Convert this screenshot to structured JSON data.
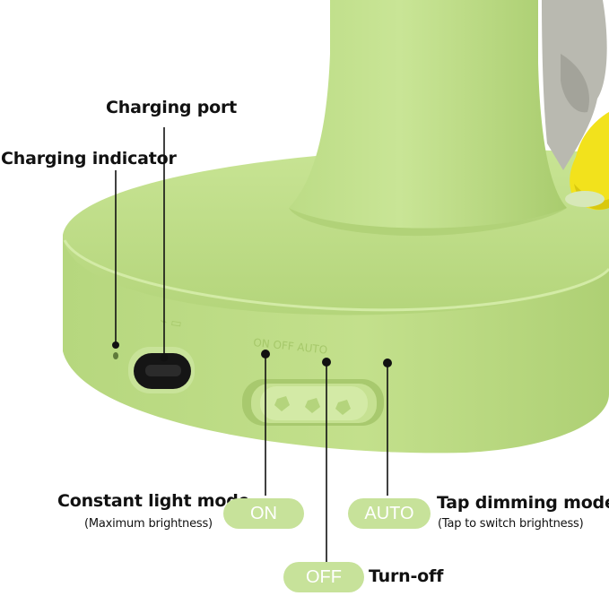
{
  "colors": {
    "lamp_body": "#bddc85",
    "lamp_shadow": "#a6c86a",
    "pill": "#c7e29a",
    "toy_yellow": "#f2e21c",
    "toy_gray": "#b9b9b0",
    "leader_line": "#111111"
  },
  "labels": {
    "charging_indicator": "Charging indicator",
    "charging_port": "Charging port",
    "on_title": "Constant light mode",
    "on_sub": "(Maximum brightness)",
    "auto_title": "Tap dimming mode",
    "auto_sub": "(Tap to switch brightness)",
    "off_title": "Turn-off"
  },
  "switch_positions": {
    "on": "ON",
    "off": "OFF",
    "auto": "AUTO"
  }
}
